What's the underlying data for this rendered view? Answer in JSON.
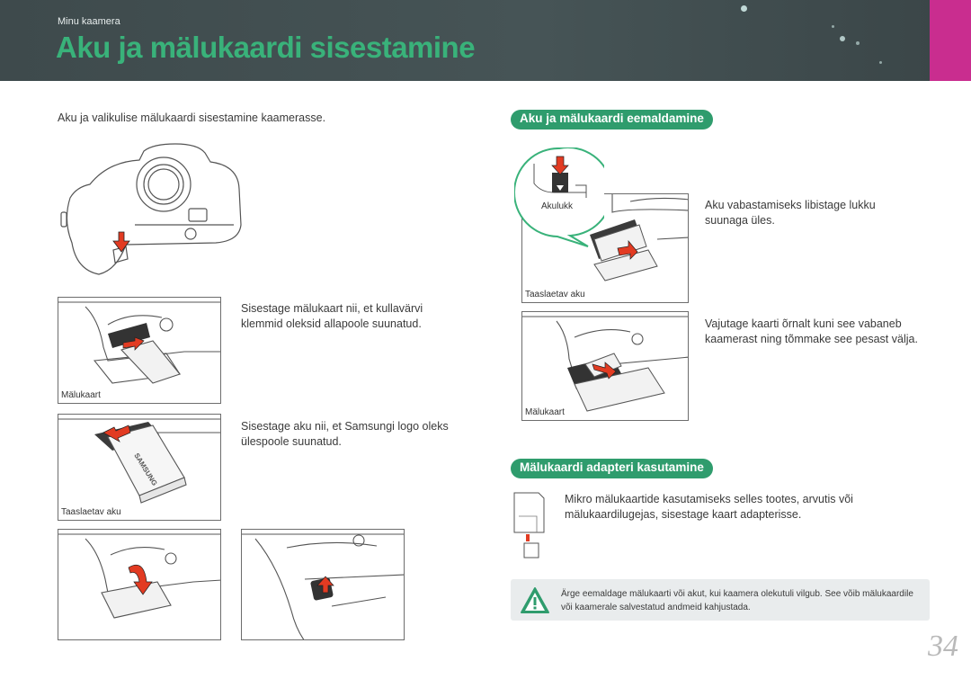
{
  "header": {
    "breadcrumb": "Minu kaamera",
    "title": "Aku ja mälukaardi sisestamine"
  },
  "intro": "Aku ja valikulise mälukaardi sisestamine kaamerasse.",
  "left_steps": [
    {
      "text": "Sisestage mälukaart nii, et kullavärvi klemmid oleksid allapoole suunatud.",
      "caption": "Mälukaart"
    },
    {
      "text": "Sisestage aku nii, et Samsungi logo oleks ülespoole suunatud.",
      "caption": "Taaslaetav aku"
    }
  ],
  "battery_logo": "SAMSUNG",
  "sections": {
    "removal": {
      "title": "Aku ja mälukaardi eemaldamine",
      "zoom_label": "Akulukk",
      "step1_caption": "Taaslaetav aku",
      "step1_text": "Aku vabastamiseks libistage lukku suunaga üles.",
      "step2_caption": "Mälukaart",
      "step2_text": "Vajutage kaarti õrnalt kuni see vabaneb kaamerast ning tõmmake see pesast välja."
    },
    "adapter": {
      "title": "Mälukaardi adapteri kasutamine",
      "text": "Mikro mälukaartide kasutamiseks selles tootes, arvutis või mälukaardilugejas, sisestage kaart adapterisse."
    }
  },
  "warning": {
    "icon": "warning-icon",
    "text": "Ärge eemaldage mälukaarti või akut, kui kaamera olekutuli vilgub. See võib mälukaardile või kaamerale salvestatud andmeid kahjustada."
  },
  "page_number": "34",
  "colors": {
    "accent_green": "#39b27a",
    "pill_green": "#2f9c6d",
    "arrow_red": "#e23b22",
    "magenta": "#c92d8f",
    "header_bg": "#444f51"
  }
}
